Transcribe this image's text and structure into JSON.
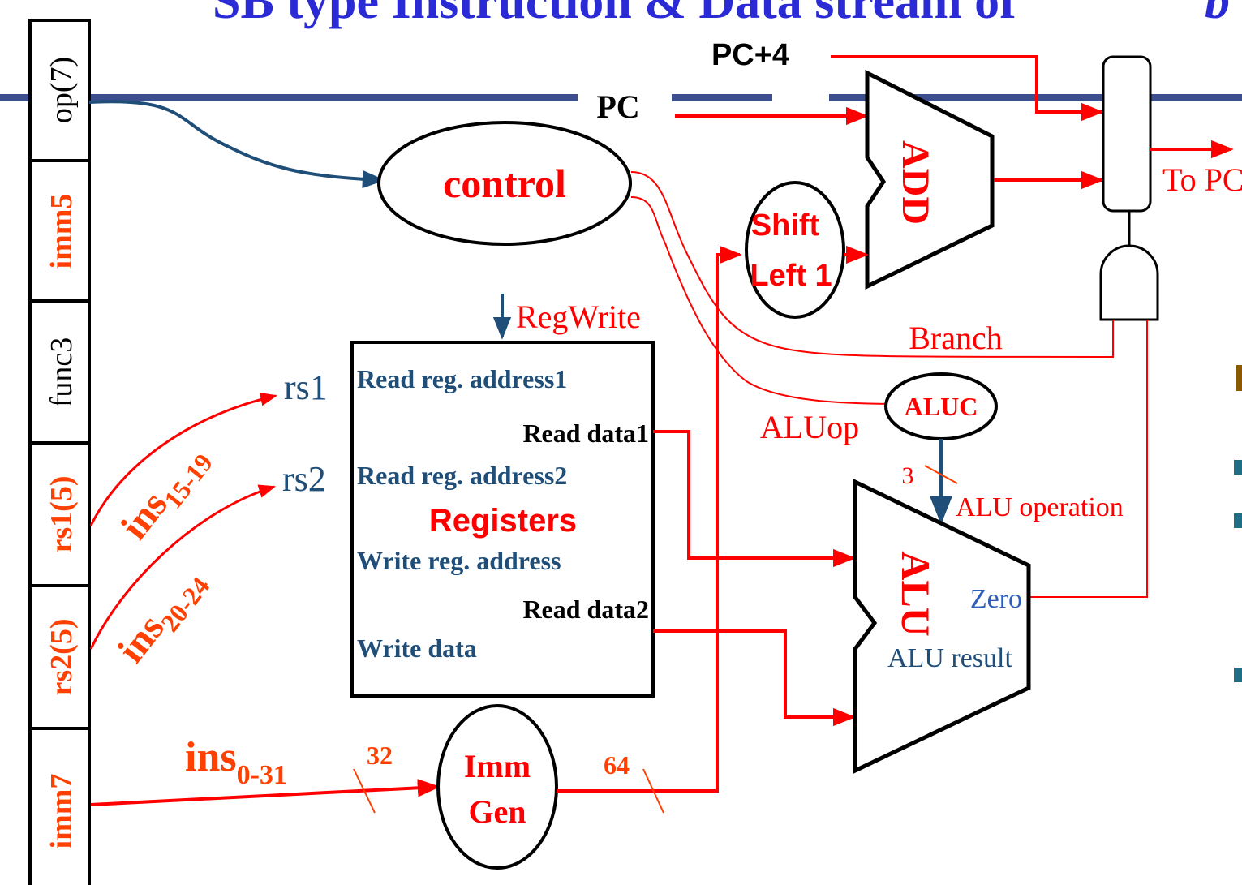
{
  "title": "SB type Instruction & Data stream of",
  "title_cut_letter": "b",
  "colors": {
    "title": "#2b2bd6",
    "wire_red": "#ff0000",
    "wire_blue": "#1f4e79",
    "field_orange": "#ff4000",
    "label_blue": "#1f4e79",
    "banner": "#3d4e8f"
  },
  "fields": [
    {
      "label": "op(7)",
      "color": "#000000"
    },
    {
      "label": "imm5",
      "color": "#ff4000"
    },
    {
      "label": "func3",
      "color": "#000000"
    },
    {
      "label": "rs1(5)",
      "color": "#ff4000"
    },
    {
      "label": "rs2(5)",
      "color": "#ff4000"
    },
    {
      "label": "imm7",
      "color": "#ff4000"
    }
  ],
  "labels": {
    "pc4": "PC+4",
    "pc": "PC",
    "control": "control",
    "add": "ADD",
    "shift1": "Shift",
    "shift2": "Left 1",
    "to_pc": "To PC",
    "regwrite": "RegWrite",
    "branch": "Branch",
    "rs1": "rs1",
    "rs2": "rs2",
    "read_reg_addr1": "Read reg. address1",
    "read_data1": "Read data1",
    "read_reg_addr2": "Read reg. address2",
    "registers": "Registers",
    "write_reg_addr": "Write reg. address",
    "read_data2": "Read data2",
    "write_data": "Write data",
    "aluop": "ALUop",
    "aluc": "ALUC",
    "alu": "ALU",
    "alu_operation": "ALU operation",
    "three": "3",
    "zero": "Zero",
    "alu_result": "ALU result",
    "ins_main": "ins",
    "ins_main_sub": "0-31",
    "ins_rs1": "ins",
    "ins_rs1_sub": "15-19",
    "ins_rs2": "ins",
    "ins_rs2_sub": "20-24",
    "w32": "32",
    "w64": "64",
    "imm1": "Imm",
    "imm2": "Gen"
  }
}
